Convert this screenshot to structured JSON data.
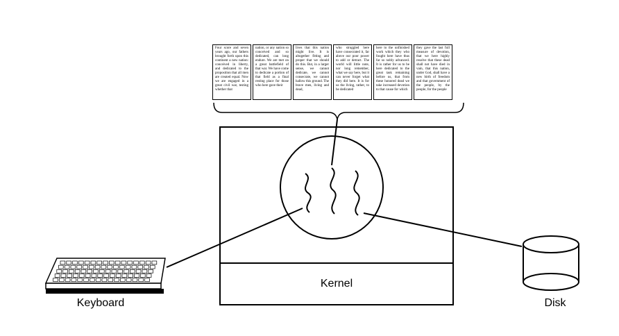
{
  "diagram": {
    "kernel_label": "Kernel",
    "keyboard_label": "Keyboard",
    "disk_label": "Disk",
    "memory_pages": [
      "Four score and seven years ago, our fathers brought forth upon this continent a new nation: conceived in liberty, and dedicated to the proposition that all men are created equal. Now we are engaged in a great civil war, testing whether that",
      "nation, or any nation so conceived and so dedicated, can long endure. We are met on a great battlefield of that war. We have come to dedicate a portion of that field as a final resting place for those who here gave their",
      "lives that this nation might live. It is altogether fitting and proper that we should do this. But, in a larger sense, we cannot dedicate, we cannot consecrate, we cannot hallow this ground. The brave men, living and dead,",
      "who struggled here have consecrated it, far above our poor power to add or detract. The world will little note, nor long remember, what we say here, but it can never forget what they did here. It is for us the living, rather, to be dedicated",
      "here to the unfinished work which they who fought here have thus far so nobly advanced. It is rather for us to be here dedicated to the great task remaining before us, that from these honored dead we take increased devotion to that cause for which",
      "they gave the last full measure of devotion, that we here highly resolve that these dead shall not have died in vain, that this nation, under God, shall have a new birth of freedom and that government of the people, by the people, for the people"
    ]
  }
}
